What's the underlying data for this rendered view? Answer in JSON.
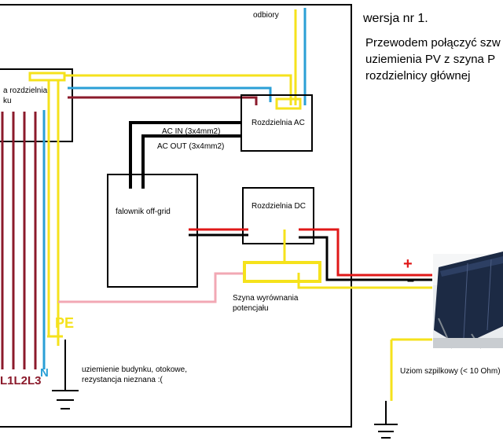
{
  "header": {
    "version": "wersja nr 1.",
    "note_lines": [
      "Przewodem połączyć szw",
      "uziemienia PV z szyna P",
      "rozdzielnicy głównej"
    ]
  },
  "labels": {
    "loads": "odbiory",
    "main_board_line1": "a rozdzielnia",
    "main_board_line2": "ku",
    "ac_board": "Rozdzielnia AC",
    "ac_in": "AC IN (3x4mm2)",
    "ac_out": "AC OUT (3x4mm2)",
    "inverter": "falownik off-grid",
    "dc_board": "Rozdzielnia DC",
    "busbar_line1": "Szyna wyrównania",
    "busbar_line2": "potencjału",
    "pe": "PE",
    "phases": "L1L2L3",
    "neutral": "N",
    "building_ground_line1": "uziemienie budynku, otokowe,",
    "building_ground_line2": "rezystancja nieznana :(",
    "plus": "+",
    "minus": "–",
    "rod_ground": "Uziom szpilkowy (< 10 Ohm)"
  },
  "colors": {
    "phase": "#8b1a2b",
    "neutral": "#2a9fd6",
    "pe": "#f5e21c",
    "pe_link": "#f2a8b4",
    "dc_plus": "#e01818",
    "dc_minus": "#000000",
    "frame": "#000000",
    "text": "#000000",
    "panel": "#1c2a44"
  }
}
